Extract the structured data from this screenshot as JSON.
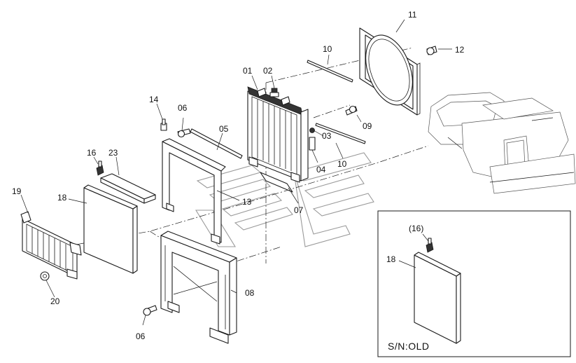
{
  "labels": {
    "p01": "01",
    "p02": "02",
    "p03": "03",
    "p04": "04",
    "p05": "05",
    "p06a": "06",
    "p06b": "06",
    "p07": "07",
    "p08": "08",
    "p09": "09",
    "p10a": "10",
    "p10b": "10",
    "p11": "11",
    "p12": "12",
    "p13": "13",
    "p14": "14",
    "p16": "16",
    "p18": "18",
    "p19": "19",
    "p20": "20",
    "p23": "23"
  },
  "inset": {
    "label_16": "(16)",
    "label_18": "18",
    "caption": "S/N:OLD"
  }
}
